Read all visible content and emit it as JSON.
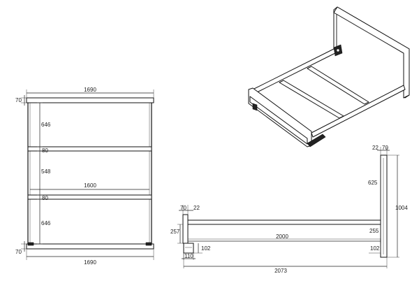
{
  "top_view": {
    "width_top": "1690",
    "width_bottom": "1690",
    "head_depth": "70",
    "foot_depth": "70",
    "gap_1": "646",
    "gap_2": "548",
    "gap_3": "646",
    "slat_1": "80",
    "slat_2": "80",
    "inner_width": "1600"
  },
  "side_view": {
    "overall_length": "2073",
    "inner_length": "2000",
    "overall_height": "1004",
    "head_thickness": "70",
    "head_top_offset": "22",
    "foot_thickness": "70",
    "foot_offset": "22",
    "upper_height": "625",
    "rail_height_left": "257",
    "rail_height_right": "255",
    "clearance_left": "102",
    "clearance_right": "102",
    "leg_width": "110"
  }
}
